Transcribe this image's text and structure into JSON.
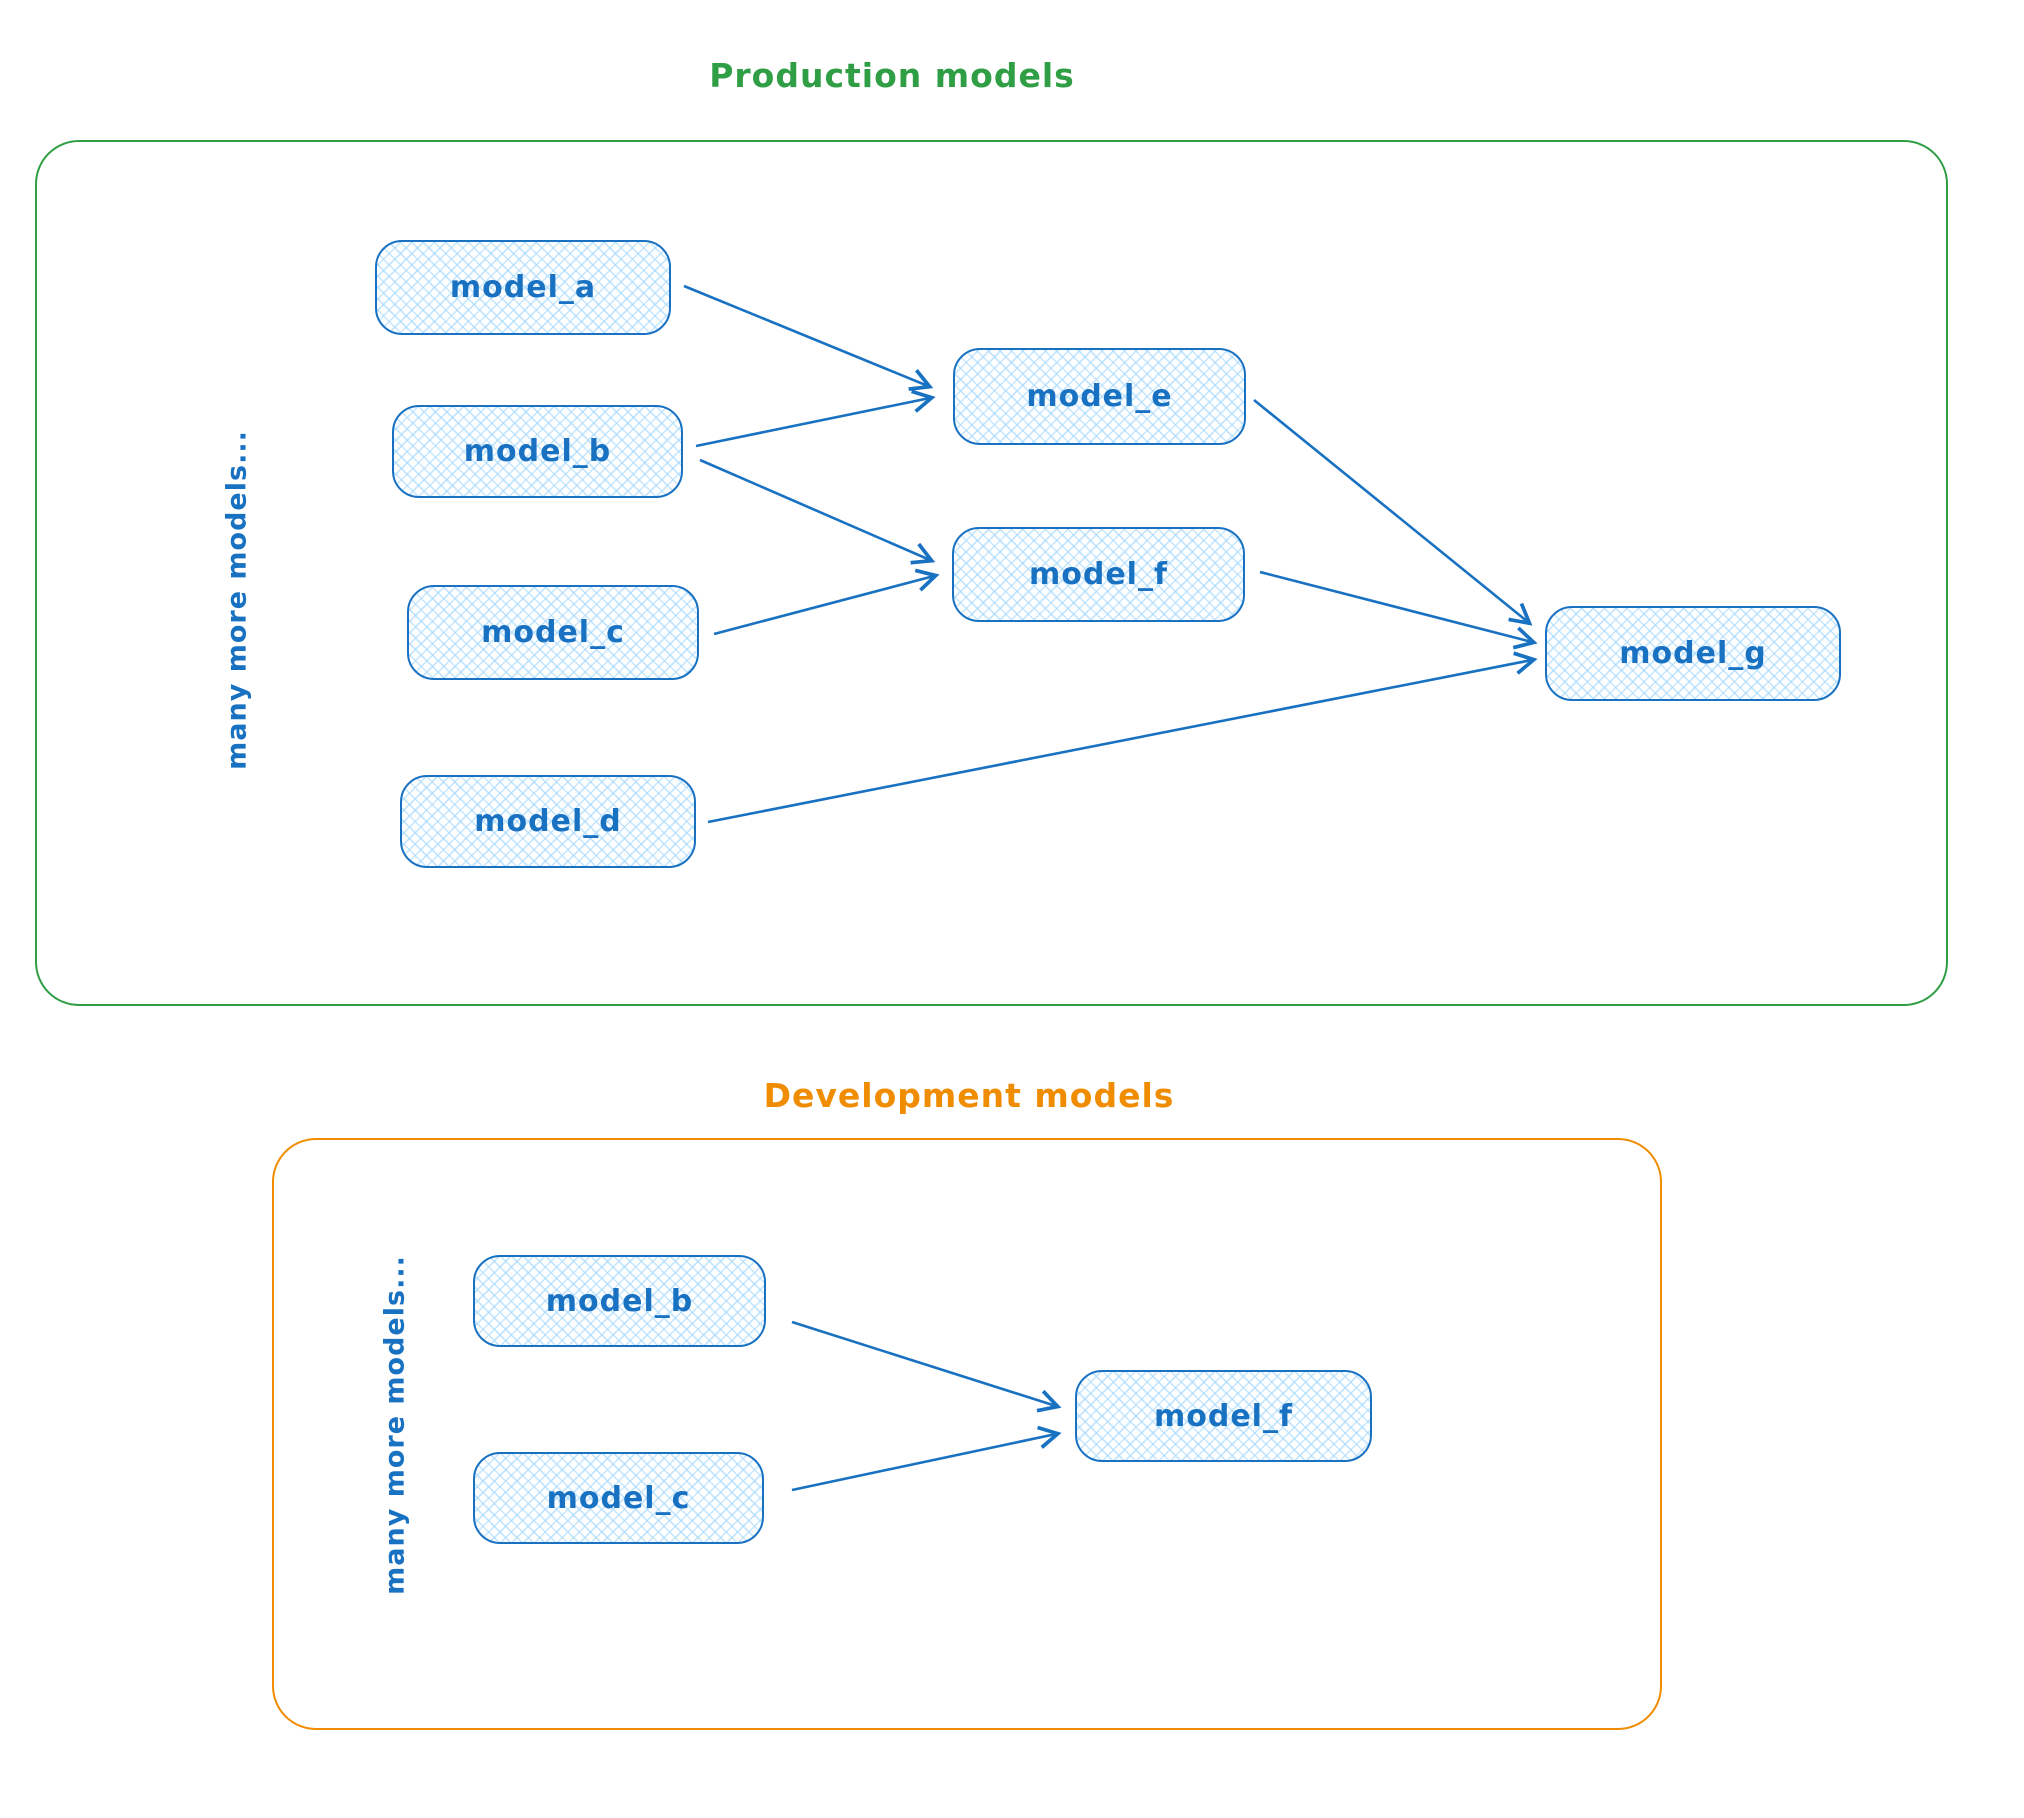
{
  "production": {
    "title": "Production models",
    "side_label": "many more models...",
    "nodes": [
      {
        "id": "model_a",
        "label": "model_a"
      },
      {
        "id": "model_b",
        "label": "model_b"
      },
      {
        "id": "model_c",
        "label": "model_c"
      },
      {
        "id": "model_d",
        "label": "model_d"
      },
      {
        "id": "model_e",
        "label": "model_e"
      },
      {
        "id": "model_f",
        "label": "model_f"
      },
      {
        "id": "model_g",
        "label": "model_g"
      }
    ],
    "edges": [
      [
        "model_a",
        "model_e"
      ],
      [
        "model_b",
        "model_e"
      ],
      [
        "model_b",
        "model_f"
      ],
      [
        "model_c",
        "model_f"
      ],
      [
        "model_e",
        "model_g"
      ],
      [
        "model_f",
        "model_g"
      ],
      [
        "model_d",
        "model_g"
      ]
    ]
  },
  "development": {
    "title": "Development models",
    "side_label": "many more models...",
    "nodes": [
      {
        "id": "model_b",
        "label": "model_b"
      },
      {
        "id": "model_c",
        "label": "model_c"
      },
      {
        "id": "model_f",
        "label": "model_f"
      }
    ],
    "edges": [
      [
        "model_b",
        "model_f"
      ],
      [
        "model_c",
        "model_f"
      ]
    ]
  },
  "colors": {
    "production_accent": "#2f9e44",
    "development_accent": "#f08c00",
    "node_stroke": "#1971c2",
    "node_fill": "#a5d8ff"
  }
}
